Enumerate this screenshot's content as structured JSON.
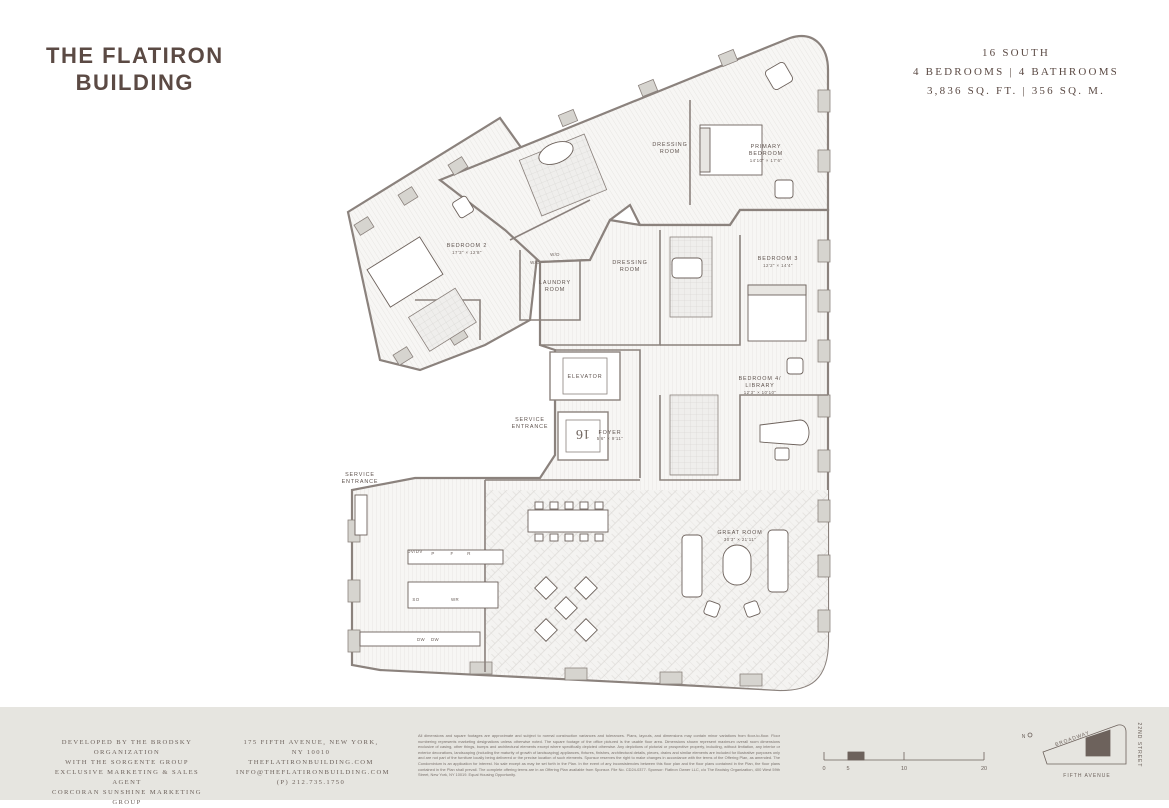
{
  "building": {
    "line1": "THE FLATIRON",
    "line2": "BUILDING"
  },
  "unit": {
    "name": "16 SOUTH",
    "layout": "4 BEDROOMS | 4 BATHROOMS",
    "area": "3,836 SQ. FT. | 356 SQ. M."
  },
  "rooms": {
    "primary_bedroom": {
      "label1": "PRIMARY",
      "label2": "BEDROOM",
      "dims": "14'10\" × 17'6\""
    },
    "dressing_room_1": {
      "label1": "DRESSING",
      "label2": "ROOM"
    },
    "dressing_room_2": {
      "label1": "DRESSING",
      "label2": "ROOM"
    },
    "bedroom_2": {
      "label": "BEDROOM 2",
      "dims": "17'3\" × 12'8\""
    },
    "bedroom_3": {
      "label": "BEDROOM 3",
      "dims": "12'2\" × 14'4\""
    },
    "bedroom_4": {
      "label1": "BEDROOM 4/",
      "label2": "LIBRARY",
      "dims": "12'3\" × 10'10\""
    },
    "laundry": {
      "label1": "LAUNDRY",
      "label2": "ROOM"
    },
    "elevator": {
      "label": "ELEVATOR"
    },
    "elevator_floor": {
      "label": "16"
    },
    "foyer": {
      "label": "FOYER",
      "dims": "5'6\" × 9'11\""
    },
    "great_room": {
      "label": "GREAT ROOM",
      "dims": "30'3\" × 21'11\""
    },
    "service_entrance_1": {
      "label1": "SERVICE",
      "label2": "ENTRANCE"
    },
    "service_entrance_2": {
      "label1": "SERVICE",
      "label2": "ENTRANCE"
    }
  },
  "appliances": {
    "wd_1": "W/D",
    "wd_2": "W/D",
    "dvdv": "DV/DV",
    "p1": "P",
    "f": "F",
    "r": "R",
    "so": "SO",
    "wr": "WR",
    "dw1": "DW",
    "dw2": "DW"
  },
  "footer": {
    "developer": [
      "DEVELOPED BY THE BRODSKY ORGANIZATION",
      "WITH THE SORGENTE GROUP",
      "EXCLUSIVE MARKETING & SALES AGENT",
      "CORCORAN SUNSHINE MARKETING GROUP"
    ],
    "contact": [
      "175 FIFTH AVENUE, NEW YORK, NY 10010",
      "THEFLATIRONBUILDING.COM",
      "INFO@THEFLATIRONBUILDING.COM",
      "(P) 212.735.1750"
    ],
    "disclaimer": "All dimensions and square footages are approximate and subject to normal construction variances and tolerances. Plans, layouts, and dimensions may contain minor variations from floor-to-floor. Floor numbering represents marketing designations unless otherwise noted. The square footage of the office pictured is the usable floor area. Dimensions shown represent maximum overall room dimensions exclusive of casing, other things, bumps and architectural elements except where specifically depicted otherwise. Any depictions of pictorial or prospective property, including, without limitation, any interior or exterior decorations, landscaping (including the maturity of growth of landscaping) appliances, fixtures, finishes, architectural details, pieces, drains and similar elements are included for illustrative purposes only and are not part of the furniture locally being delivered or the precise location of such elements. Sponsor reserves the right to make changes in accordance with the terms of the Offering Plan, as amended. The Condominium is an application for interest. No sale except as may be set forth in the Plan. In the event of any inconsistencies between this floor plan and the floor plans contained in the Plan, the floor plans contained in the Plan shall prevail. The complete offering terms are in an Offering Plan available from Sponsor. File No. CD24-0377. Sponsor: Flatiron Owner LLC, c/o The Brodsky Organization, 400 West 59th Street, New York, NY 10019. Equal Housing Opportunity.",
    "scale": [
      "0",
      "5",
      "10",
      "20"
    ],
    "map": {
      "north": "N",
      "broadway": "BROADWAY",
      "fifth": "FIFTH AVENUE",
      "street": "22ND STREET"
    }
  }
}
